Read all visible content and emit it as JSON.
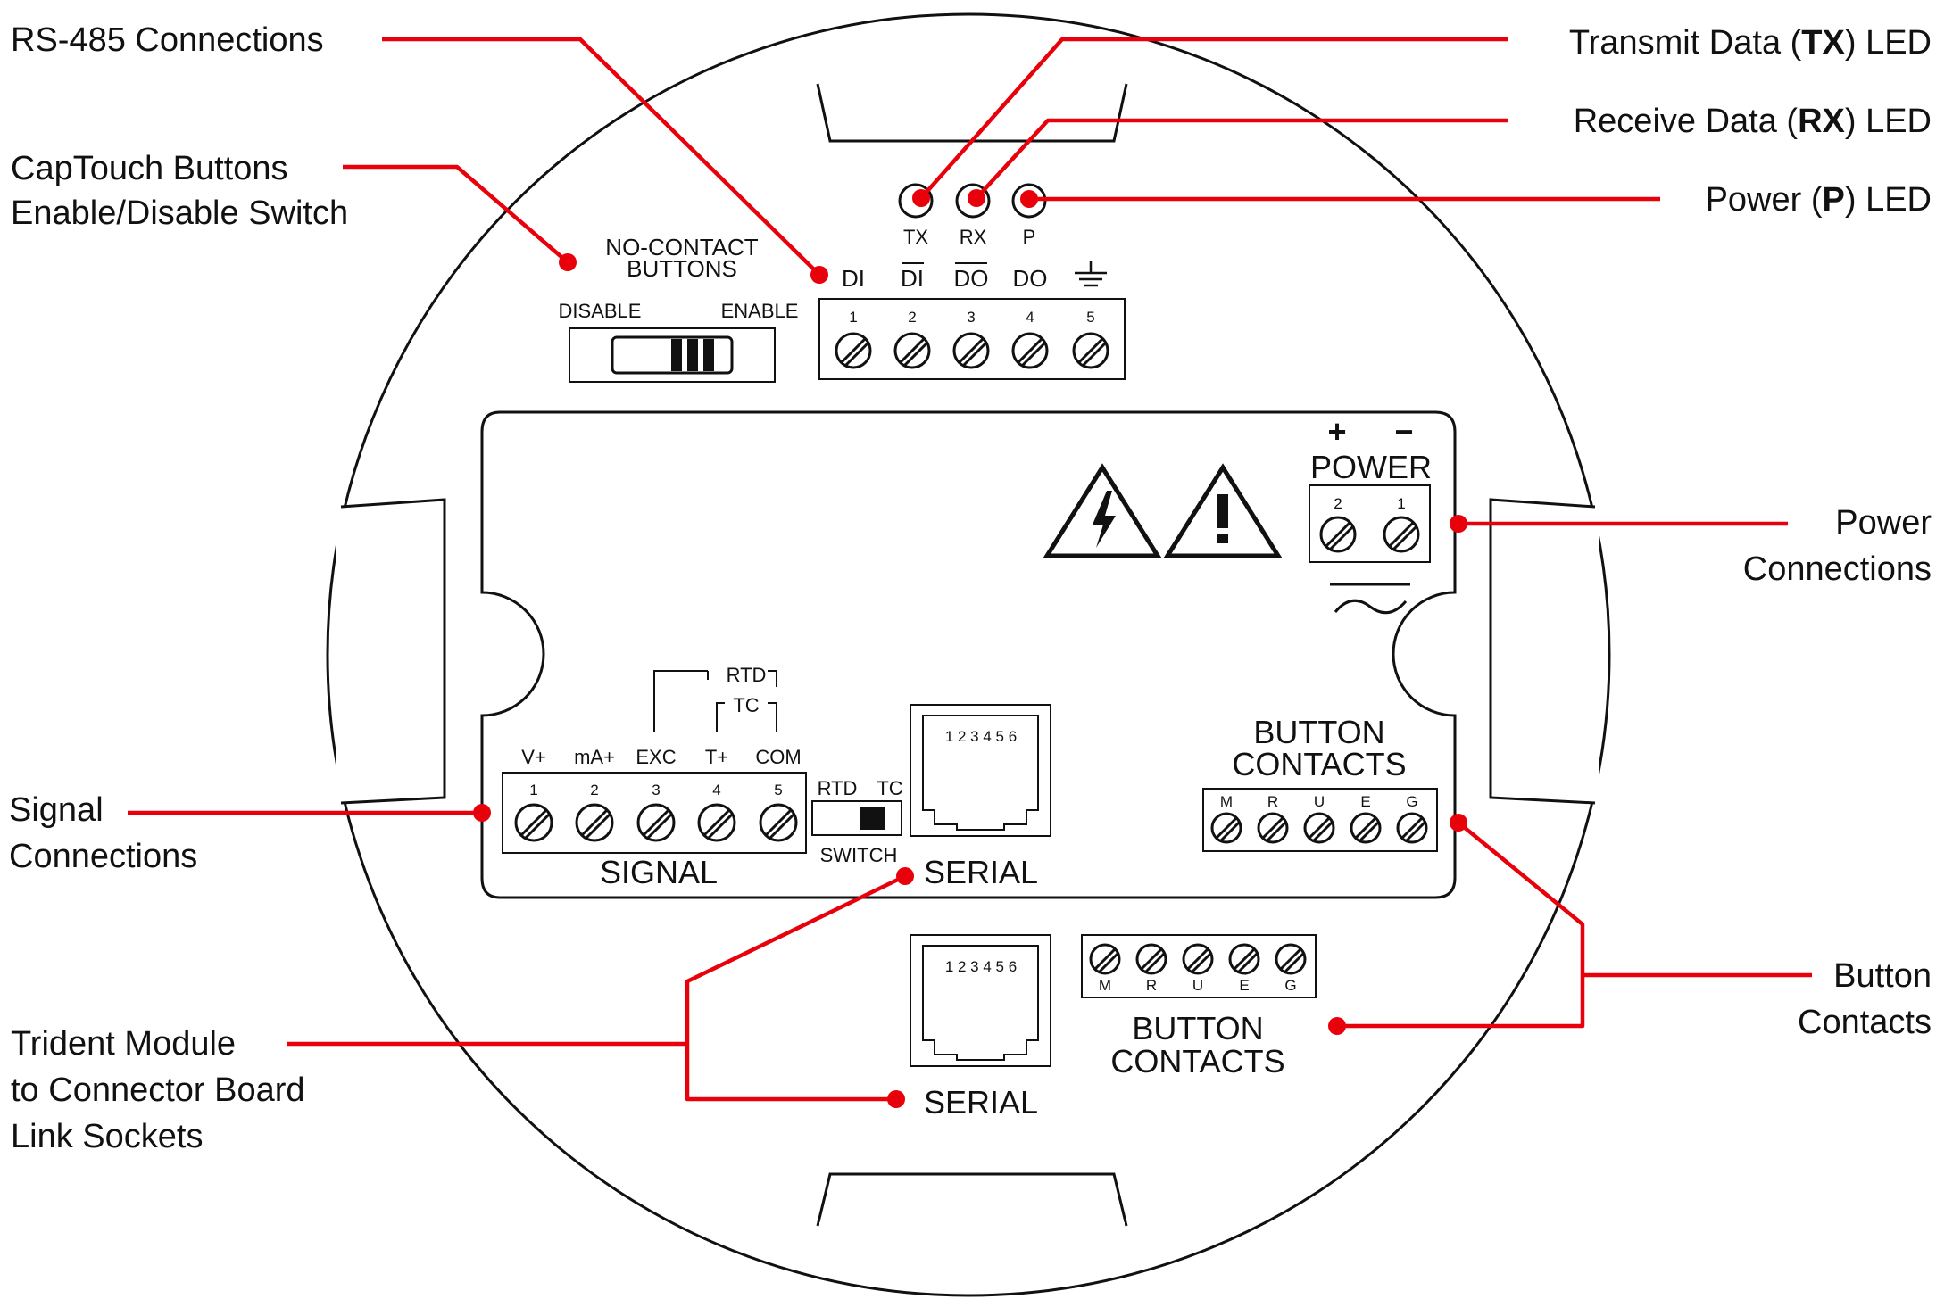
{
  "colors": {
    "leader": "#e8000b",
    "ink": "#111111",
    "background": "#ffffff"
  },
  "callouts": {
    "rs485": "RS-485 Connections",
    "captouch_line1": "CapTouch Buttons",
    "captouch_line2": "Enable/Disable Switch",
    "tx_pre": "Transmit Data (",
    "tx_bold": "TX",
    "tx_post": ") LED",
    "rx_pre": "Receive Data (",
    "rx_bold": "RX",
    "rx_post": ") LED",
    "p_pre": "Power (",
    "p_bold": "P",
    "p_post": ") LED",
    "power_line1": "Power",
    "power_line2": "Connections",
    "signal_line1": "Signal",
    "signal_line2": "Connections",
    "button_line1": "Button",
    "button_line2": "Contacts",
    "trident_line1": "Trident Module",
    "trident_line2": "to Connector Board",
    "trident_line3": "Link Sockets"
  },
  "top_panel": {
    "no_contact_line1": "NO-CONTACT",
    "no_contact_line2": "BUTTONS",
    "disable": "DISABLE",
    "enable": "ENABLE",
    "leds": [
      "TX",
      "RX",
      "P"
    ],
    "rs485_labels": [
      "DI",
      "DI",
      "DO",
      "DO"
    ],
    "rs485_numbers": [
      "1",
      "2",
      "3",
      "4",
      "5"
    ]
  },
  "main_panel": {
    "power_plus": "+",
    "power_minus": "−",
    "power_title": "POWER",
    "power_numbers": [
      "2",
      "1"
    ],
    "rtd": "RTD",
    "tc": "TC",
    "signal_labels": [
      "V+",
      "mA+",
      "EXC",
      "T+",
      "COM"
    ],
    "signal_numbers": [
      "1",
      "2",
      "3",
      "4",
      "5"
    ],
    "signal_title": "SIGNAL",
    "switch_rtd": "RTD",
    "switch_tc": "TC",
    "switch_title": "SWITCH",
    "serial_pins": "1 2 3 4 5 6",
    "serial_title": "SERIAL",
    "button_title_line1": "BUTTON",
    "button_title_line2": "CONTACTS",
    "button_letters": [
      "M",
      "R",
      "U",
      "E",
      "G"
    ]
  },
  "lower_area": {
    "serial_pins": "1 2 3 4 5 6",
    "serial_title": "SERIAL",
    "button_letters": [
      "M",
      "R",
      "U",
      "E",
      "G"
    ],
    "button_title_line1": "BUTTON",
    "button_title_line2": "CONTACTS"
  }
}
